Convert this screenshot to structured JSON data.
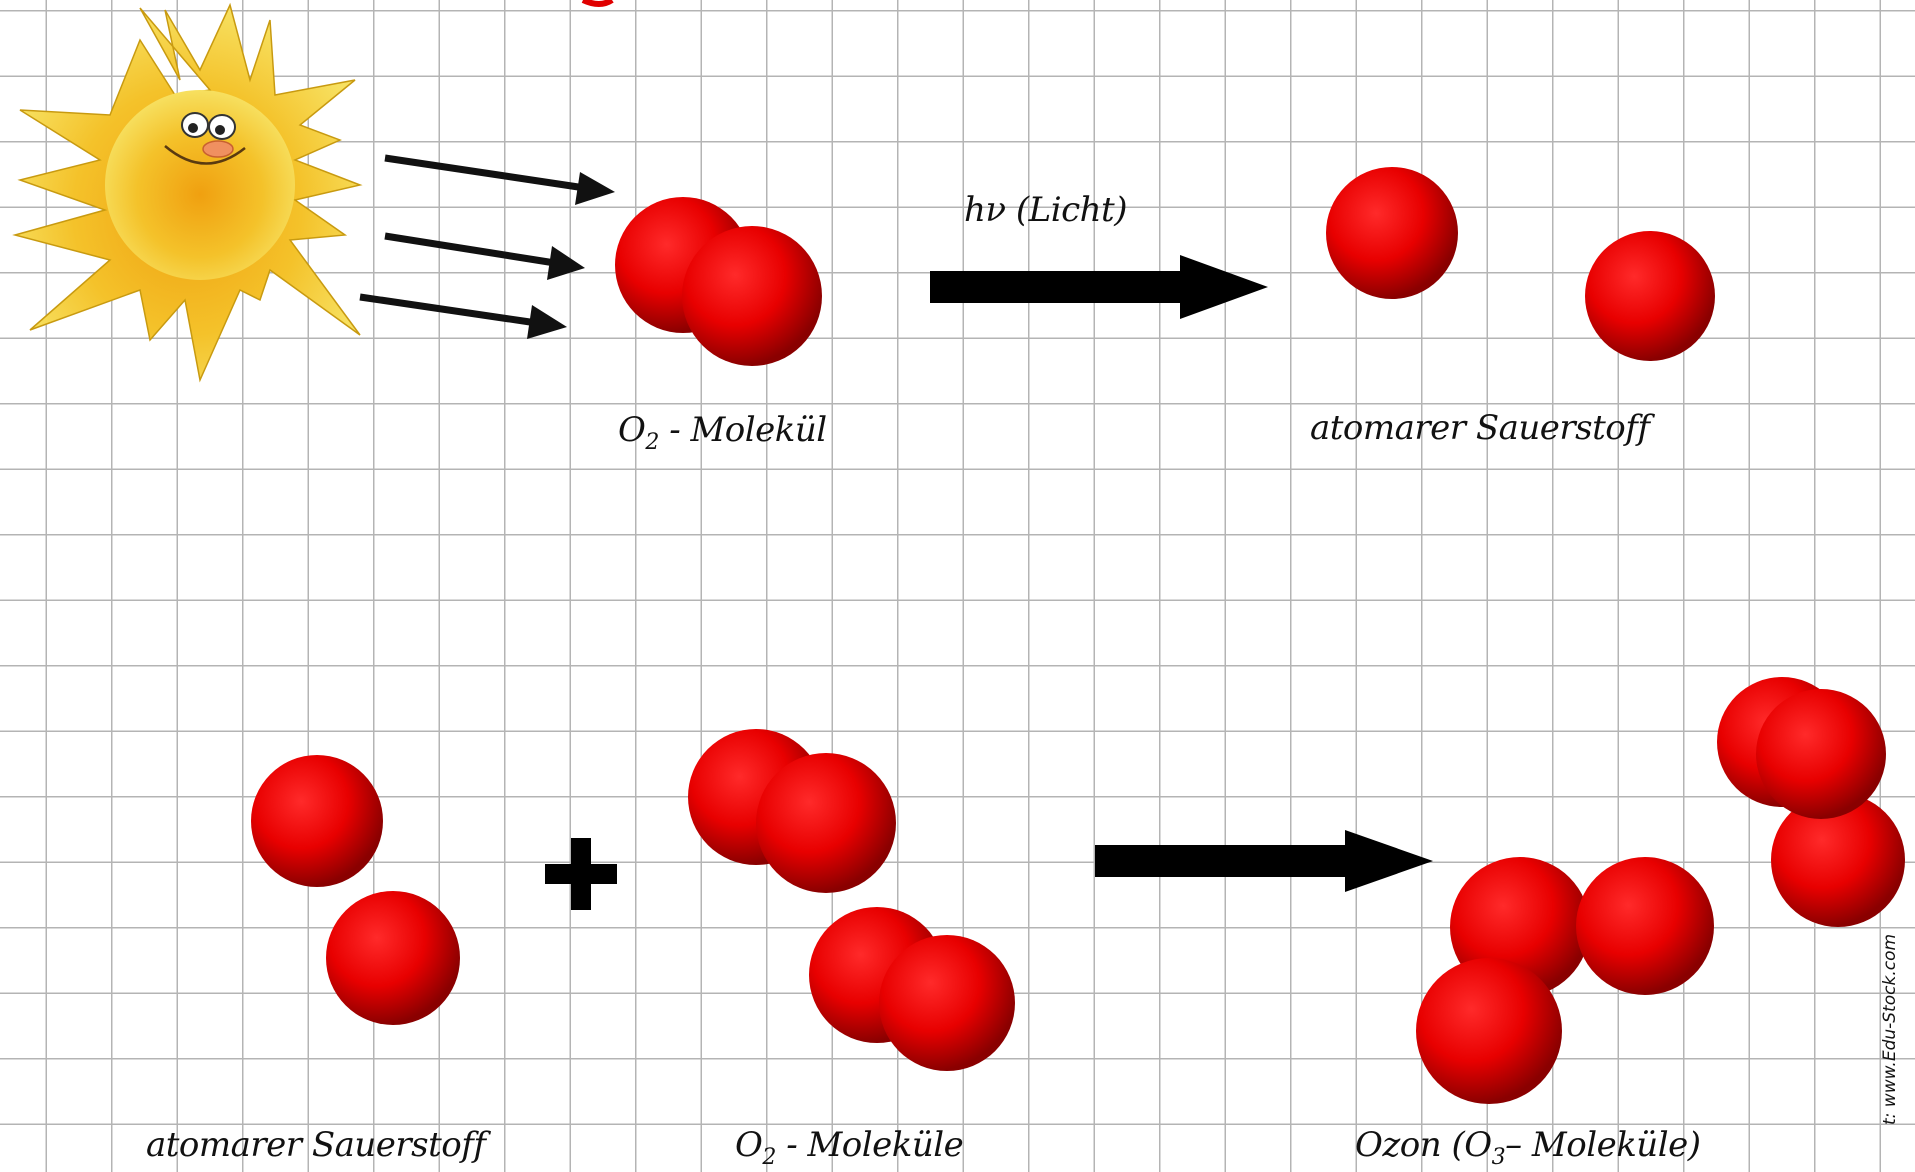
{
  "labels": {
    "light": "hν (Licht)",
    "o2_molecule_prefix": "O",
    "o2_molecule_sub": "2",
    "o2_molecule_suffix": "- Molekül",
    "atomic_oxygen_top": "atomarer Sauerstoff",
    "atomic_oxygen_bottom": "atomarer Sauerstoff",
    "o2_molecules_prefix": "O",
    "o2_molecules_sub": "2",
    "o2_molecules_suffix": "- Moleküle",
    "ozone_prefix": "Ozon (O",
    "ozone_sub": "3",
    "ozone_suffix": "– Moleküle)",
    "plus": "+"
  },
  "credit": "t: www.Edu-Stock.com",
  "colors": {
    "atom": "#e00000",
    "arrow": "#000000",
    "sun": "#f0c020",
    "grid": "#b4b4b4"
  }
}
